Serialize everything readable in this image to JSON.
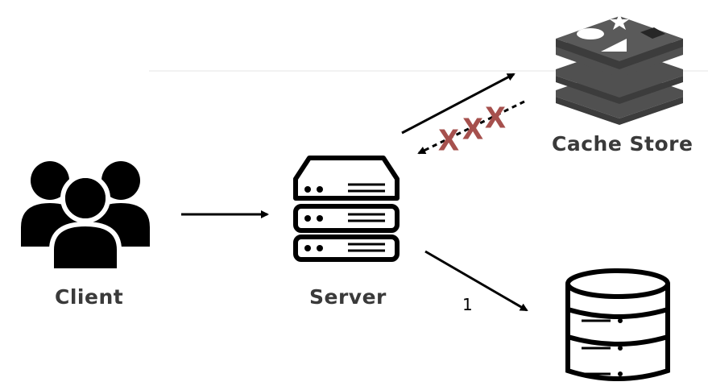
{
  "nodes": {
    "client": {
      "label": "Client"
    },
    "server": {
      "label": "Server"
    },
    "cache": {
      "label": "Cache Store"
    },
    "database": {
      "label": ""
    }
  },
  "edges": {
    "server_to_db": {
      "label": "1"
    },
    "cache_failure_marks": [
      "X",
      "X",
      "X"
    ]
  },
  "colors": {
    "icon": "#000000",
    "cache_icon": "#505050",
    "cache_icon_dark": "#3c3c3c",
    "label": "#3a3a3a",
    "failure_x": "#a6504d"
  }
}
